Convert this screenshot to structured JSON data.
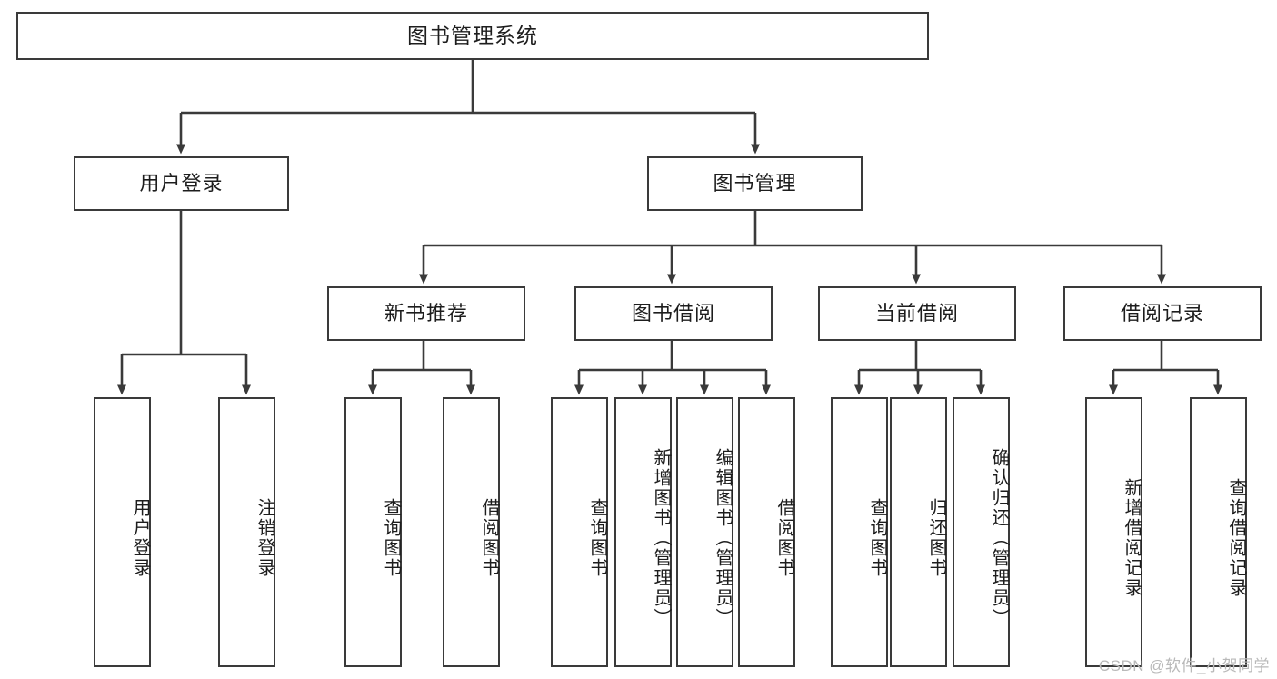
{
  "diagram": {
    "title": "图书管理系统",
    "type": "hierarchy-tree",
    "root": {
      "label": "图书管理系统"
    },
    "level2": [
      {
        "label": "用户登录"
      },
      {
        "label": "图书管理"
      }
    ],
    "level3": [
      {
        "label": "新书推荐"
      },
      {
        "label": "图书借阅"
      },
      {
        "label": "当前借阅"
      },
      {
        "label": "借阅记录"
      }
    ],
    "leaves": {
      "user_login": [
        {
          "label": "用户登录"
        },
        {
          "label": "注销登录"
        }
      ],
      "new_book_recommend": [
        {
          "label": "查询图书"
        },
        {
          "label": "借阅图书"
        }
      ],
      "book_borrow": [
        {
          "label": "查询图书"
        },
        {
          "label": "新增图书（管理员）"
        },
        {
          "label": "编辑图书（管理员）"
        },
        {
          "label": "借阅图书"
        }
      ],
      "current_borrow": [
        {
          "label": "查询图书"
        },
        {
          "label": "归还图书"
        },
        {
          "label": "确认归还（管理员）"
        }
      ],
      "borrow_record": [
        {
          "label": "新增借阅记录"
        },
        {
          "label": "查询借阅记录"
        }
      ]
    }
  },
  "watermark": {
    "text": "CSDN @软件_小贺同学"
  },
  "colors": {
    "stroke": "#3a3a3a",
    "fill": "#ffffff",
    "text": "#1d1d1d",
    "watermark": "#b9b9b9"
  }
}
